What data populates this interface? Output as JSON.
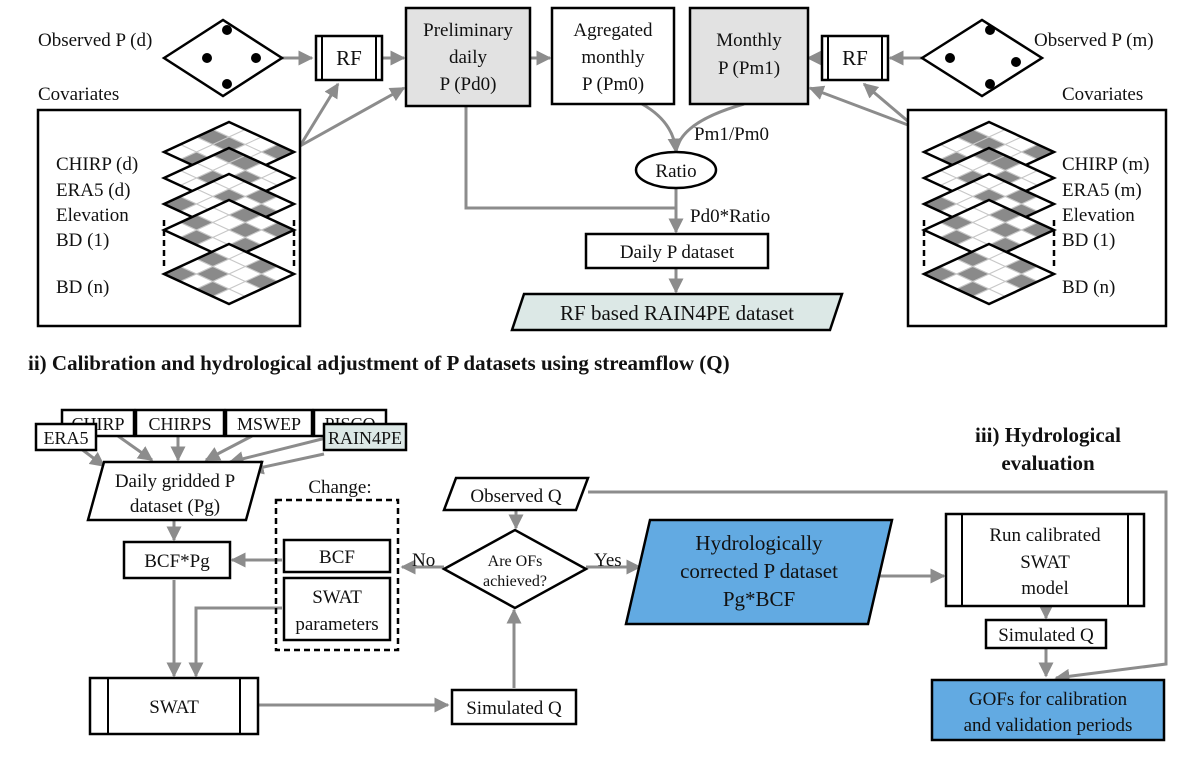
{
  "colors": {
    "arrow": "#8c8c8c",
    "grey_fill": "#e2e2e2",
    "teal_fill": "#dce8e6",
    "blue_fill": "#62aae2",
    "stroke": "#000000"
  },
  "part1": {
    "observed_daily": "Observed P (d)",
    "observed_monthly": "Observed P (m)",
    "rf": "RF",
    "covariates": "Covariates",
    "preliminary": [
      "Preliminary",
      "daily",
      "P (Pd0)"
    ],
    "aggregated": [
      "Agregated",
      "monthly",
      "P (Pm0)"
    ],
    "monthly": [
      "Monthly",
      "P (Pm1)"
    ],
    "ratio": "Ratio",
    "pm1_pm0": "Pm1/Pm0",
    "pd0_ratio": "Pd0*Ratio",
    "daily_dataset": "Daily P dataset",
    "rf_rain4pe": "RF based RAIN4PE dataset",
    "layers_left": [
      "CHIRP (d)",
      "ERA5 (d)",
      "Elevation",
      "BD (1)",
      "BD (n)"
    ],
    "layers_right": [
      "CHIRP (m)",
      "ERA5 (m)",
      "Elevation",
      "BD (1)",
      "BD (n)"
    ]
  },
  "part2": {
    "heading": "ii) Calibration and hydrological adjustment of P datasets using streamflow (Q)",
    "products_top": [
      "CHIRP",
      "CHIRPS",
      "MSWEP",
      "PISCO"
    ],
    "era5": "ERA5",
    "rain4pe": "RAIN4PE",
    "daily_gridded": [
      "Daily gridded P",
      "dataset (Pg)"
    ],
    "bcf_pg": "BCF*Pg",
    "change": "Change:",
    "bcf": "BCF",
    "swat_params": [
      "SWAT",
      "parameters"
    ],
    "swat": "SWAT",
    "simulated_q": "Simulated Q",
    "observed_q": "Observed Q",
    "decision": [
      "Are OFs",
      "achieved?"
    ],
    "no": "No",
    "yes": "Yes",
    "corrected": [
      "Hydrologically",
      "corrected P dataset",
      "Pg*BCF"
    ]
  },
  "part3": {
    "heading": [
      "iii) Hydrological",
      "evaluation"
    ],
    "run_swat": [
      "Run calibrated",
      "SWAT",
      "model"
    ],
    "simulated_q": "Simulated Q",
    "gofs": [
      "GOFs for calibration",
      "and validation periods"
    ]
  }
}
